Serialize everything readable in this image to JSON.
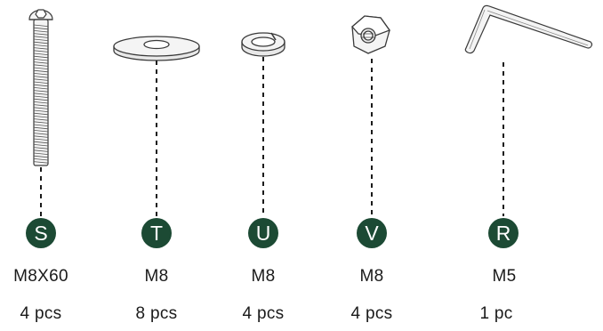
{
  "colors": {
    "badge": "#1c4a34",
    "line": "#3a3a3a",
    "dash": "#1a1a1a",
    "fill_light": "#f4f4f4"
  },
  "parts": [
    {
      "icon": "bolt-icon",
      "letter": "S",
      "spec": "M8X60",
      "qty": "4 pcs"
    },
    {
      "icon": "flat-washer-icon",
      "letter": "T",
      "spec": "M8",
      "qty": "8 pcs"
    },
    {
      "icon": "spring-washer-icon",
      "letter": "U",
      "spec": "M8",
      "qty": "4 pcs"
    },
    {
      "icon": "hex-nut-icon",
      "letter": "V",
      "spec": "M8",
      "qty": "4 pcs"
    },
    {
      "icon": "allen-key-icon",
      "letter": "R",
      "spec": "M5",
      "qty": "1 pc"
    }
  ]
}
